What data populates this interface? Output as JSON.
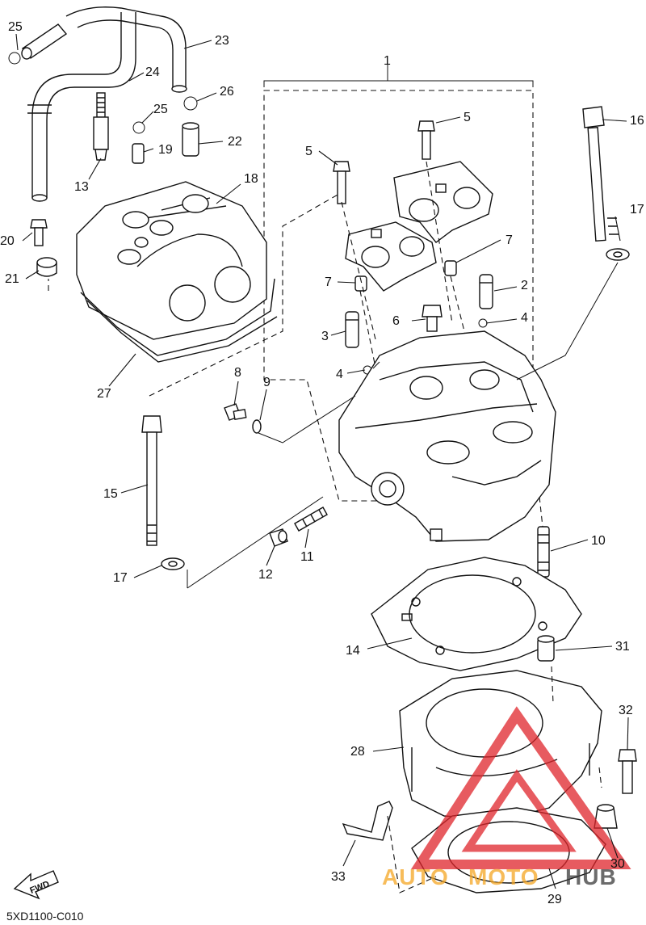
{
  "diagram_code": "5XD1100-C010",
  "fwd_label": "FWD",
  "callouts": [
    "1",
    "2",
    "3",
    "4",
    "4",
    "5",
    "5",
    "6",
    "7",
    "7",
    "8",
    "9",
    "10",
    "11",
    "12",
    "13",
    "14",
    "15",
    "16",
    "17",
    "17",
    "18",
    "19",
    "20",
    "21",
    "22",
    "23",
    "24",
    "25",
    "25",
    "26",
    "27",
    "28",
    "29",
    "30",
    "31",
    "32",
    "33"
  ],
  "watermark": {
    "text_orange": "AUTO",
    "text_mid": "MOTO",
    "text_dark": "HUB",
    "color_red": "#e0252b",
    "color_orange": "#f5a623",
    "color_dark": "#3a3a3a"
  }
}
